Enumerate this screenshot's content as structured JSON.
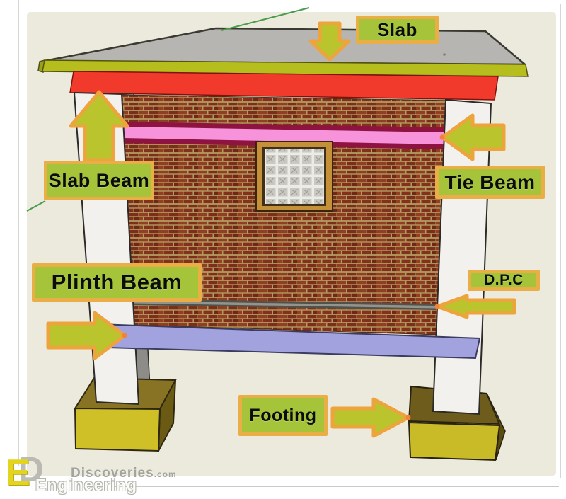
{
  "diagram": {
    "labels": {
      "slab": "Slab",
      "slab_beam": "Slab Beam",
      "tie_beam": "Tie Beam",
      "plinth_beam": "Plinth Beam",
      "dpc": "D.P.C",
      "footing": "Footing"
    },
    "colors": {
      "background": "#ebeadd",
      "label_fill": "#a6c43a",
      "label_border": "#e9ae45",
      "arrow_fill": "#bac42d",
      "arrow_outline": "#eda43c",
      "slab_top": "#b7b5b1",
      "slab_fascia": "#b6be1e",
      "slab_beam_red": "#f23a2c",
      "tie_beam_pink": "#f693da",
      "tie_beam_edge": "#8e1340",
      "dpc_gray": "#94948c",
      "plinth_beam_purple": "#a2a2de",
      "brick_mortar": "#b39a5e",
      "brick_red": "#8e3f24",
      "column_white": "#f3f1ed",
      "footing_front": "#cfc027",
      "footing_top": "#877323",
      "axis_green": "#4a9c4a"
    }
  },
  "watermark": {
    "logo_letter_e": "E",
    "logo_letter_d": "D",
    "brand_top": "Discoveries",
    "brand_top_suffix": ".com",
    "brand_bottom": "Engineering"
  }
}
